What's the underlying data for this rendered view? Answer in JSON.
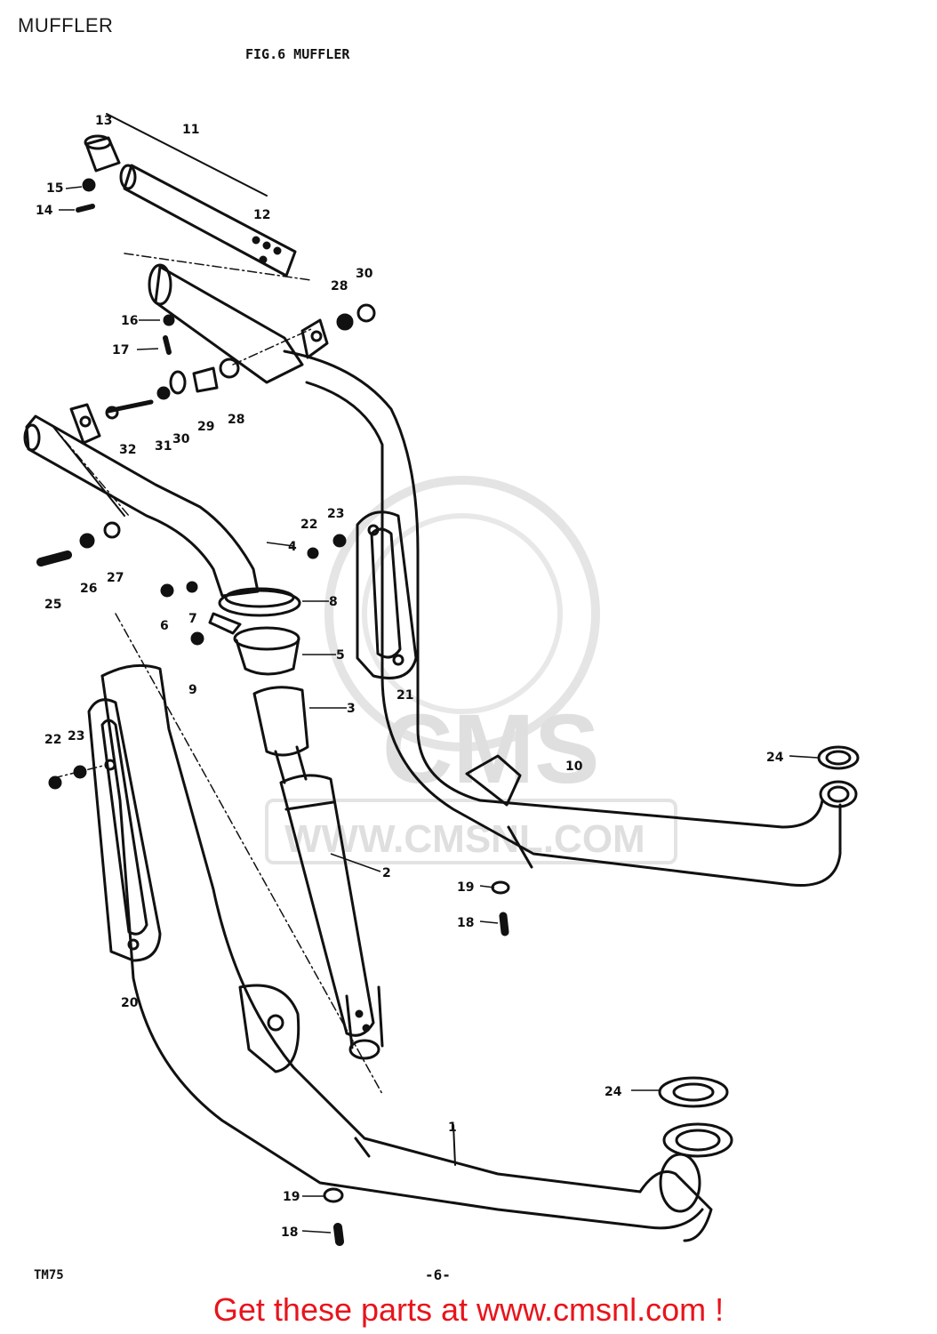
{
  "header": {
    "title": "MUFFLER"
  },
  "figure": {
    "title": "FIG.6  MUFFLER",
    "model_code": "TM75",
    "page_number": "-6-"
  },
  "watermark": {
    "logo": "CMS",
    "url": "WWW.CMSNL.COM"
  },
  "footer": {
    "link_text": "Get these parts at www.cmsnl.com !",
    "link_color": "#e8141b"
  },
  "part_labels": [
    "1",
    "2",
    "3",
    "4",
    "5",
    "6",
    "7",
    "8",
    "9",
    "10",
    "11",
    "12",
    "13",
    "14",
    "15",
    "16",
    "17",
    "18",
    "19",
    "18",
    "19",
    "20",
    "21",
    "22",
    "23",
    "22",
    "23",
    "24",
    "24",
    "25",
    "26",
    "27",
    "28",
    "29",
    "30",
    "31",
    "28",
    "30",
    "32"
  ]
}
